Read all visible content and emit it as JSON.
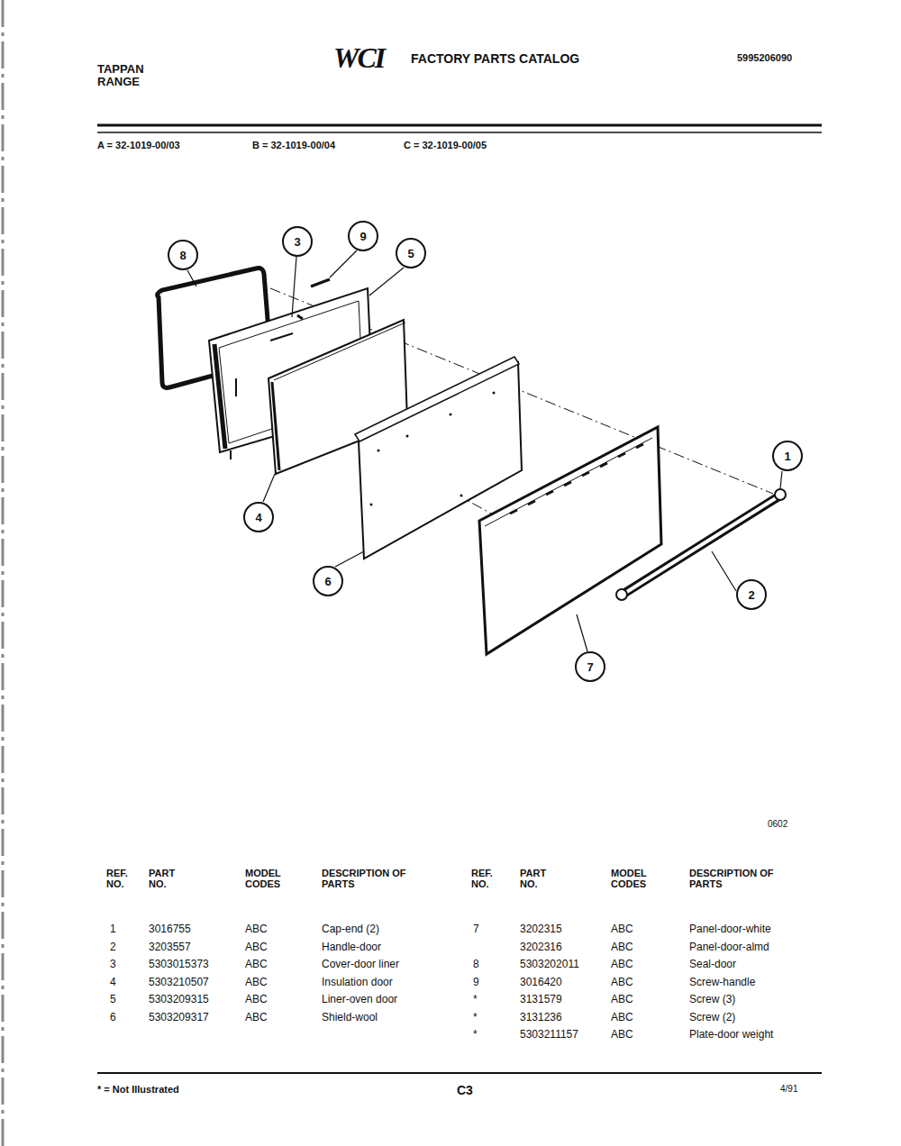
{
  "diagram": {
    "nodes": [
      {
        "text": [
          "9"
        ]
      },
      {
        "text": [
          "3"
        ]
      },
      {
        "text": [
          "8"
        ]
      },
      {
        "text": [
          "5"
        ]
      },
      {
        "text": [
          "1"
        ]
      },
      {
        "text": [
          "4"
        ]
      },
      {
        "text": [
          "6"
        ]
      },
      {
        "text": [
          "2"
        ]
      },
      {
        "text": [
          "7"
        ]
      }
    ],
    "labels": [
      "TAPPAN RANGE",
      "WCI",
      "FACTORY PARTS CATALOG",
      "5995206090",
      "A = 32-1019-00/03",
      "B = 32-1019-00/04",
      "C = 32-1019-00/05",
      "0602",
      "REF. NO.",
      "PART NO.",
      "MODEL CODES",
      "DESCRIPTION OF PARTS",
      "REF. NO.",
      "PART NO.",
      "MODEL CODES",
      "DESCRIPTION OF PARTS",
      "1",
      "3016755",
      "ABC",
      "Cap-end (2)",
      "2",
      "3203557",
      "ABC",
      "Handle-door",
      "3",
      "5303015373",
      "ABC",
      "Cover-door liner",
      "4",
      "5303210507",
      "ABC",
      "Insulation door",
      "5",
      "5303209315",
      "ABC",
      "Liner-oven door",
      "6",
      "5303209317",
      "ABC",
      "Shield-wool",
      "7",
      "3202315",
      "ABC",
      "Panel-door-white",
      "3202316",
      "ABC",
      "Panel-door-almd",
      "8",
      "5303202011",
      "ABC",
      "Seal-door",
      "9",
      "3016420",
      "ABC",
      "Screw-handle",
      "*",
      "3131579",
      "ABC",
      "Screw (3)",
      "*",
      "3131236",
      "ABC",
      "Screw (2)",
      "*",
      "5303211157",
      "ABC",
      "Plate-door weight",
      "* = Not Illustrated",
      "C3",
      "4/91"
    ]
  }
}
